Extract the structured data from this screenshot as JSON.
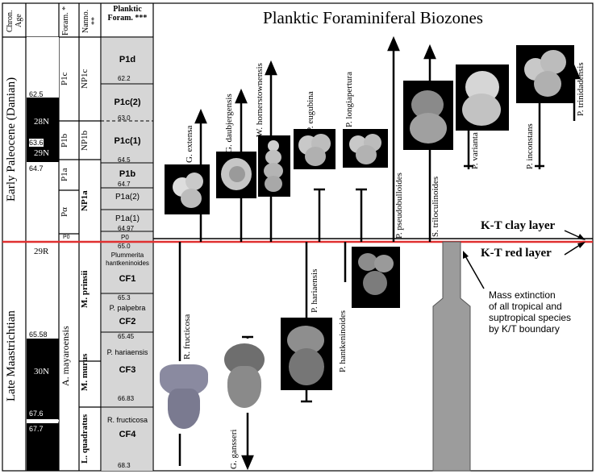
{
  "header": {
    "chron_age": "Chron. Age",
    "foram": "Foram. *",
    "nanno": "Nanno. **",
    "planktic_foram": "Planktic Foram. ***",
    "title": "Planktic Foraminiferal Biozones"
  },
  "epochs": {
    "early": "Early Paleocene (Danian)",
    "late": "Late Maastrichtian"
  },
  "chron": {
    "ages": [
      "62.5",
      "63.6",
      "64.7",
      "65.58",
      "67.6",
      "67.7"
    ],
    "chrons": [
      "28N",
      "29N",
      "29R",
      "30N"
    ]
  },
  "foram_zones": [
    "P1c",
    "P1b",
    "P1a",
    "Pα",
    "P0",
    "A. mayaroensis"
  ],
  "nanno_zones": [
    "NP1c",
    "NP1b",
    "NP1a",
    "M. prinsii",
    "M. murus",
    "L. quadratus"
  ],
  "planktic_zones": {
    "labels": [
      "P1d",
      "P1c(2)",
      "P1c(1)",
      "P1b",
      "P1a(2)",
      "P1a(1)",
      "P0",
      "Plummerita hantkeninoides",
      "CF1",
      "P. palpebra",
      "CF2",
      "P. hariaensis",
      "CF3",
      "R. fructicosa",
      "CF4"
    ],
    "ages": [
      "62.2",
      "63.0",
      "64.5",
      "64.7",
      "64.97",
      "65.0",
      "65.3",
      "65.45",
      "66.83",
      "68.3"
    ]
  },
  "layers": {
    "clay": "K-T clay layer",
    "red": "K-T red layer"
  },
  "extinction_note": [
    "Mass extinction",
    "of all tropical and",
    "suptropical species",
    "by K/T boundary"
  ],
  "species": [
    "G. extensa",
    "G. daubjergensis",
    "W. hornerstownensis",
    "P. eugubina",
    "P. longiapertura",
    "P. pseudobulloides",
    "S. triloculinoides",
    "P. varianta",
    "P. inconstans",
    "P. trinidadensis",
    "R. fructicosa",
    "G. gansseri",
    "P. hariaensis",
    "P. hantkeninoides"
  ]
}
